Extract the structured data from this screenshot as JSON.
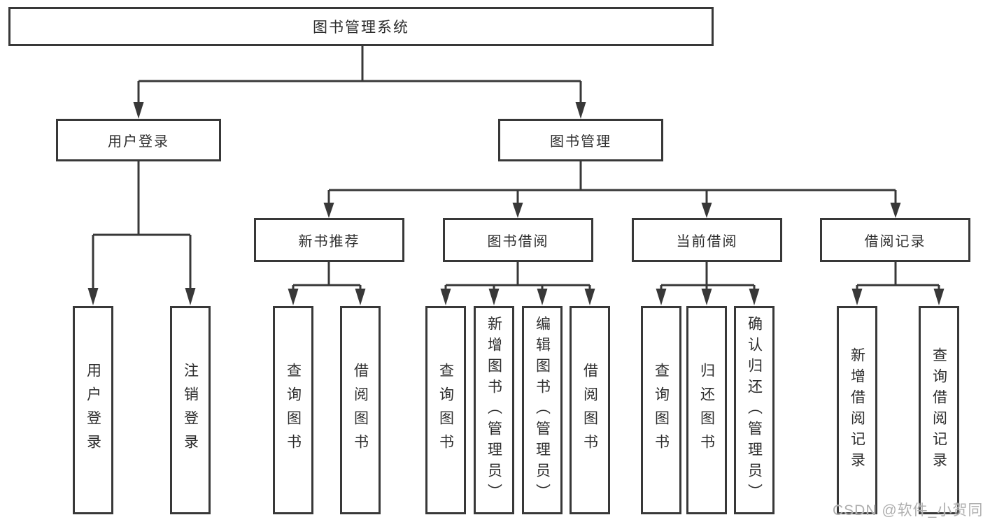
{
  "nodes": {
    "root": "图书管理系统",
    "user_login": {
      "label": "用户登录",
      "leaves": [
        "用户登录",
        "注销登录"
      ]
    },
    "book_mgmt": {
      "label": "图书管理",
      "sections": [
        {
          "label": "新书推荐",
          "leaves": [
            "查询图书",
            "借阅图书"
          ]
        },
        {
          "label": "图书借阅",
          "leaves": [
            "查询图书",
            "新增图书（管理员）",
            "编辑图书（管理员）",
            "借阅图书"
          ]
        },
        {
          "label": "当前借阅",
          "leaves": [
            "查询图书",
            "归还图书",
            "确认归还（管理员）"
          ]
        },
        {
          "label": "借阅记录",
          "leaves": [
            "新增借阅记录",
            "查询借阅记录"
          ]
        }
      ]
    }
  },
  "watermark": "CSDN @软件_小贺同学",
  "colors": {
    "line": "#383838",
    "text": "#2d2d2d",
    "background": "#ffffff",
    "watermark": "#afafaf"
  }
}
